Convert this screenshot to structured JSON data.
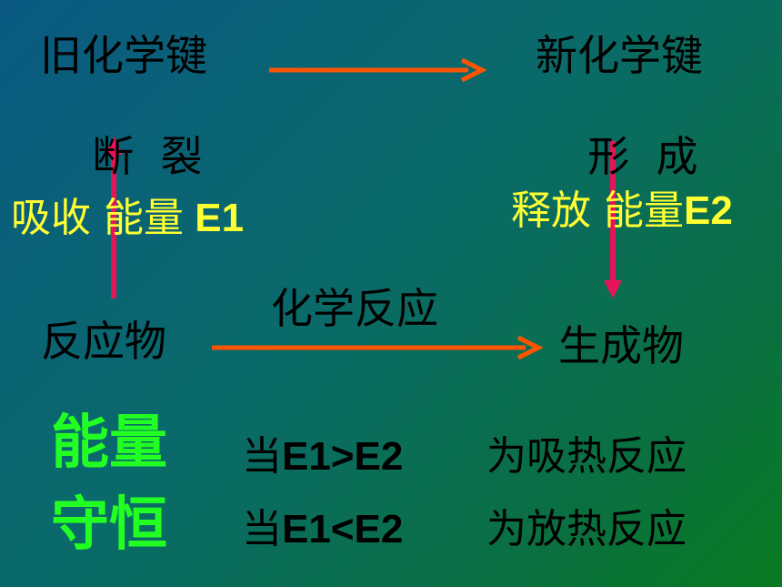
{
  "nodes": {
    "old_bond_line1": "旧化学键",
    "old_bond_line2": "断  裂",
    "new_bond_line1": "新化学键",
    "new_bond_line2": "形  成",
    "reactants": "反应物",
    "products": "生成物"
  },
  "edges": {
    "absorb_label_cn": "吸收 能量",
    "absorb_label_var": " E1",
    "release_label_cn": "释放 能量",
    "release_label_var": "E2",
    "reaction_label": "化学反应"
  },
  "conservation": {
    "title_line1": "能量",
    "title_line2": "守恒",
    "rule1_prefix": "当",
    "rule1_expr": "E1>E2",
    "rule1_result": "为吸热反应",
    "rule2_prefix": "当",
    "rule2_expr": "E1<E2",
    "rule2_result": "为放热反应"
  },
  "colors": {
    "orange_arrow": "#ff5500",
    "pink_arrow": "#e8145a",
    "label_yellow": "#ffff33",
    "title_green": "#22ff22"
  }
}
